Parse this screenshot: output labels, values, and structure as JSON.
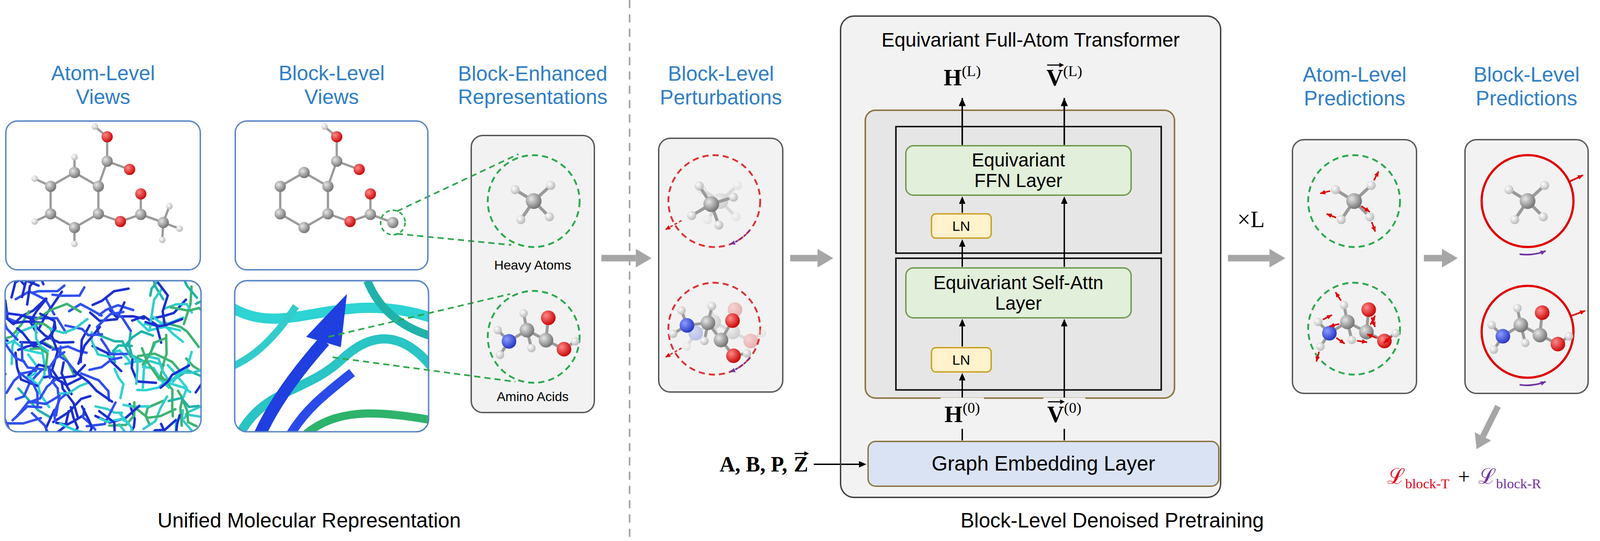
{
  "diagram": {
    "nodes": [
      {
        "text": [
          "Atom-Level Views"
        ]
      },
      {
        "text": [
          "Block-Level Views"
        ]
      },
      {
        "text": [
          "Block-Enhanced Representations",
          "Heavy Atoms",
          "Amino Acids"
        ]
      },
      {
        "text": [
          "Block-Level Perturbations"
        ]
      },
      {
        "text": [
          "Equivariant Full-Atom Transformer"
        ]
      },
      {
        "text": [
          "Equivariant FFN Layer"
        ],
        "in": 4
      },
      {
        "text": [
          "LN"
        ],
        "in": 4
      },
      {
        "text": [
          "Equivariant Self-Attn Layer"
        ],
        "in": 4
      },
      {
        "text": [
          "LN"
        ],
        "in": 4
      },
      {
        "text": [
          "Graph Embedding Layer"
        ],
        "in": 4
      },
      {
        "text": [
          "Atom-Level Predictions"
        ]
      },
      {
        "text": [
          "Block-Level Predictions"
        ]
      }
    ],
    "edges": [
      {
        "from": 2,
        "to": 3,
        "arrow": "to"
      },
      {
        "from": 3,
        "to": 4,
        "arrow": "to"
      },
      {
        "from": 4,
        "to": 10,
        "arrow": "to"
      },
      {
        "from": 10,
        "to": 11,
        "arrow": "to"
      },
      {
        "from": 9,
        "to": 8,
        "arrow": "to"
      },
      {
        "from": 8,
        "to": 7,
        "arrow": "to"
      },
      {
        "from": 7,
        "to": 6,
        "arrow": "to"
      },
      {
        "from": 6,
        "to": 5,
        "arrow": "to"
      },
      {
        "from": 9,
        "to": 7,
        "arrow": "to"
      },
      {
        "from": 7,
        "to": 5,
        "arrow": "to"
      }
    ],
    "labels": [
      "H",
      "(L)",
      "V",
      "(L)",
      "×L",
      "H",
      "(0)",
      "V",
      "(0)",
      "A, B, P,",
      "Z",
      "ℒ",
      "block-T",
      "+",
      "ℒ",
      "block-R",
      "Unified Molecular Representation",
      "Block-Level Denoised Pretraining"
    ]
  }
}
